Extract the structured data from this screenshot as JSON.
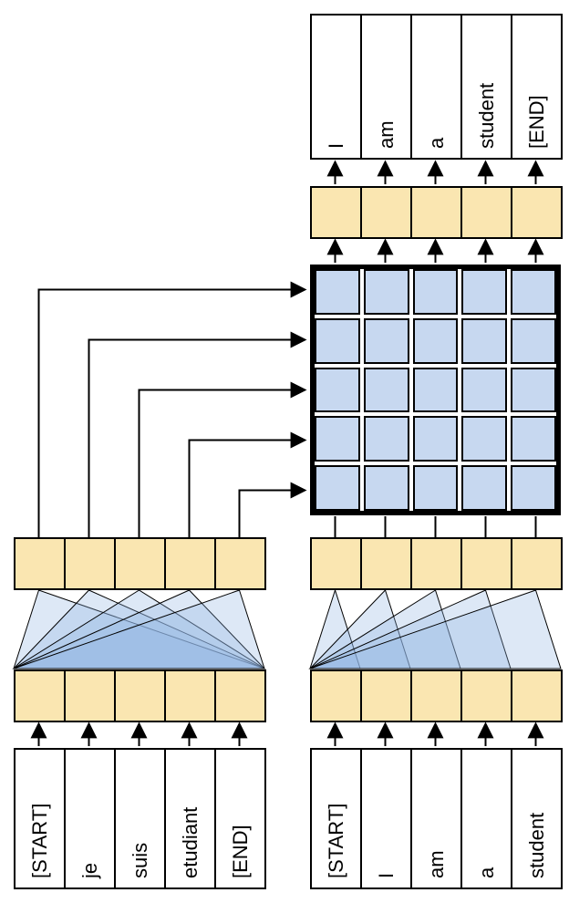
{
  "encoder": {
    "input_tokens": [
      "[START]",
      "je",
      "suis",
      "etudiant",
      "[END]"
    ]
  },
  "decoder": {
    "input_tokens": [
      "[START]",
      "I",
      "am",
      "a",
      "student"
    ],
    "output_tokens": [
      "I",
      "am",
      "a",
      "student",
      "[END]"
    ]
  },
  "attention_grid": {
    "rows": 5,
    "cols": 5
  },
  "colors": {
    "embedding_fill": "#FAE6B1",
    "grid_cell_fill": "#C7D8F0",
    "fan_fill": "#8FB2E04D",
    "box_fill": "#FFFFFF",
    "line_color": "#000000"
  }
}
